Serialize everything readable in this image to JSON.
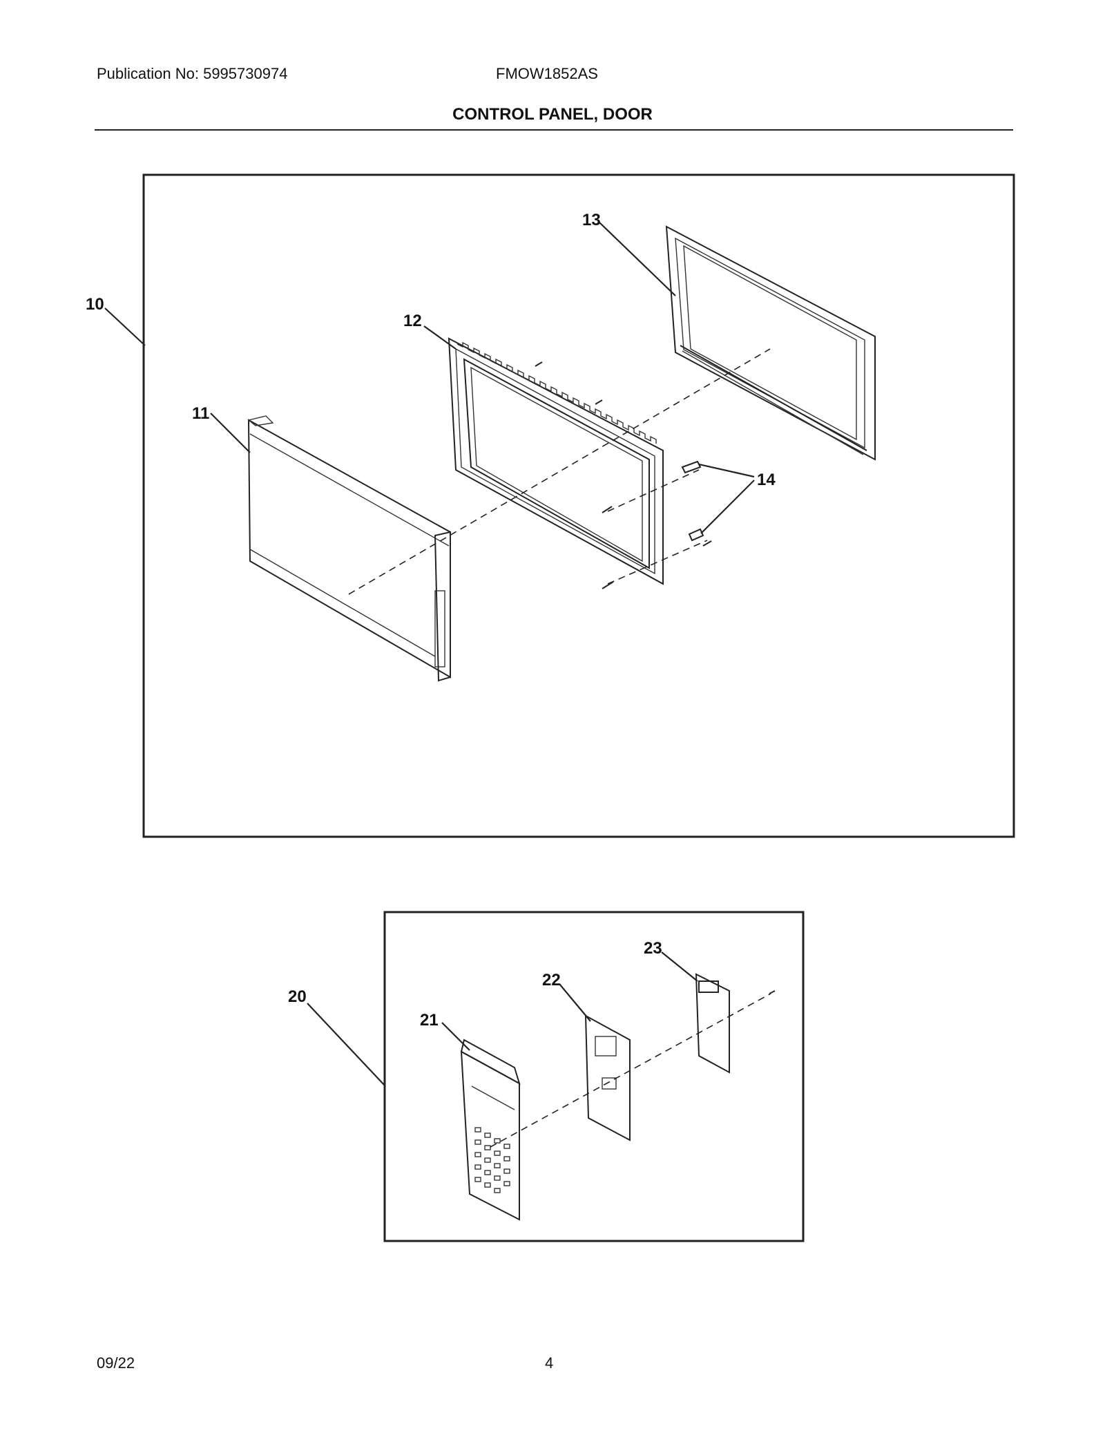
{
  "header": {
    "publication": "Publication No: 5995730974",
    "model": "FMOW1852AS",
    "title": "CONTROL PANEL, DOOR"
  },
  "footer": {
    "date": "09/22",
    "page": "4"
  },
  "callouts": {
    "c10": "10",
    "c11": "11",
    "c12": "12",
    "c13": "13",
    "c14": "14",
    "c20": "20",
    "c21": "21",
    "c22": "22",
    "c23": "23"
  }
}
